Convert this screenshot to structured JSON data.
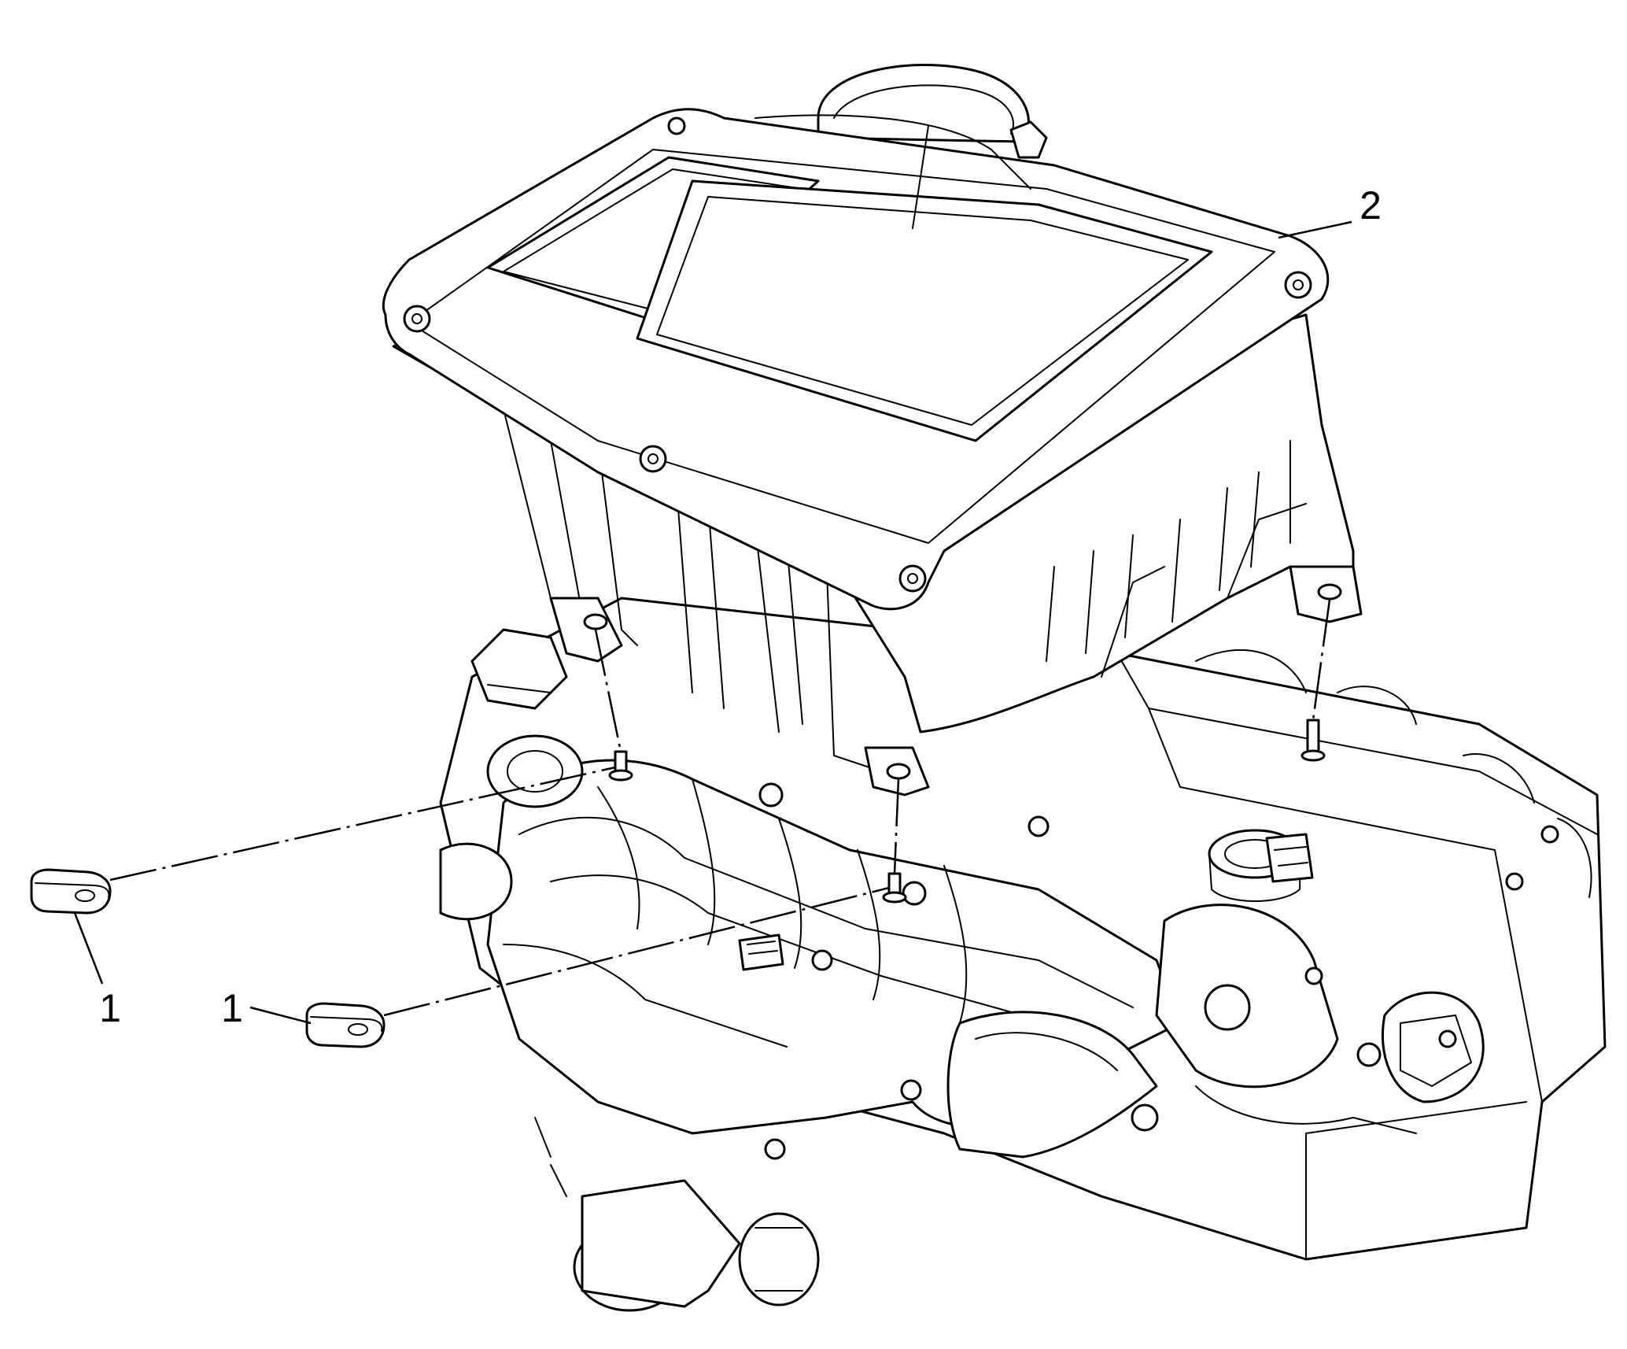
{
  "diagram": {
    "callouts": [
      {
        "id": "clip-left",
        "label": "1"
      },
      {
        "id": "clip-right",
        "label": "1"
      },
      {
        "id": "air-cleaner",
        "label": "2"
      }
    ]
  },
  "colors": {
    "line": "#000000",
    "background": "#ffffff"
  }
}
